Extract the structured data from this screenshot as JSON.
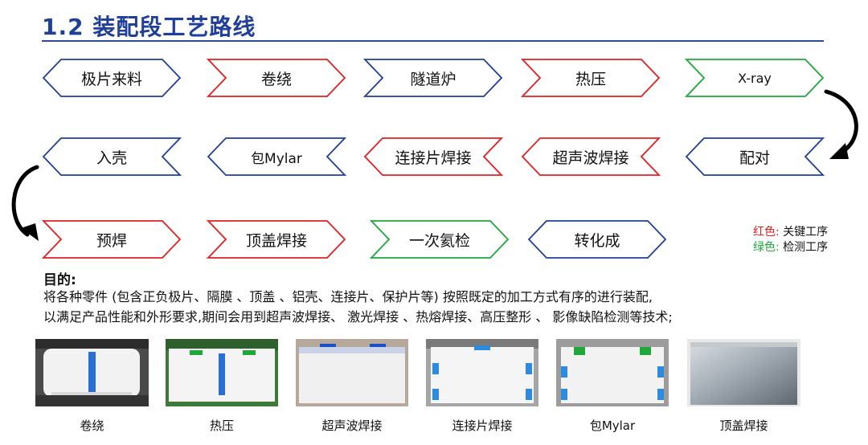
{
  "title": "1.2 装配段工艺路线",
  "colors": {
    "key_step": "#e02020",
    "inspection_step": "#1fa83a",
    "normal_step": "#1f3f99"
  },
  "flow": {
    "row1": [
      {
        "label": "极片来料",
        "kind": "normal"
      },
      {
        "label": "卷绕",
        "kind": "key"
      },
      {
        "label": "隧道炉",
        "kind": "normal"
      },
      {
        "label": "热压",
        "kind": "key"
      },
      {
        "label": "X-ray",
        "kind": "inspection"
      }
    ],
    "row2": [
      {
        "label": "入壳",
        "kind": "normal"
      },
      {
        "label": "包Mylar",
        "kind": "normal"
      },
      {
        "label": "连接片焊接",
        "kind": "key"
      },
      {
        "label": "超声波焊接",
        "kind": "key"
      },
      {
        "label": "配对",
        "kind": "normal"
      }
    ],
    "row3": [
      {
        "label": "预焊",
        "kind": "key"
      },
      {
        "label": "顶盖焊接",
        "kind": "key"
      },
      {
        "label": "一次氦检",
        "kind": "inspection"
      },
      {
        "label": "转化成",
        "kind": "normal"
      }
    ]
  },
  "legend": {
    "red_label": "红色:",
    "red_text": "关键工序",
    "green_label": "绿色:",
    "green_text": "检测工序"
  },
  "purpose": {
    "heading": "目的:",
    "line1": "将各种零件 (包含正负极片、隔膜 、顶盖 、铝壳、连接片、保护片等) 按照既定的加工方式有序的进行装配,",
    "line2": "以满足产品性能和外形要求,期间会用到超声波焊接、 激光焊接 、热熔焊接、高压整形 、 影像缺陷检测等技术;"
  },
  "photos": [
    {
      "caption": "卷绕",
      "icon": "jelly-roll-photo"
    },
    {
      "caption": "热压",
      "icon": "hot-press-photo"
    },
    {
      "caption": "超声波焊接",
      "icon": "ultrasonic-weld-photo"
    },
    {
      "caption": "连接片焊接",
      "icon": "tab-weld-photo"
    },
    {
      "caption": "包Mylar",
      "icon": "mylar-wrap-photo"
    },
    {
      "caption": "顶盖焊接",
      "icon": "top-cover-weld-photo"
    }
  ]
}
